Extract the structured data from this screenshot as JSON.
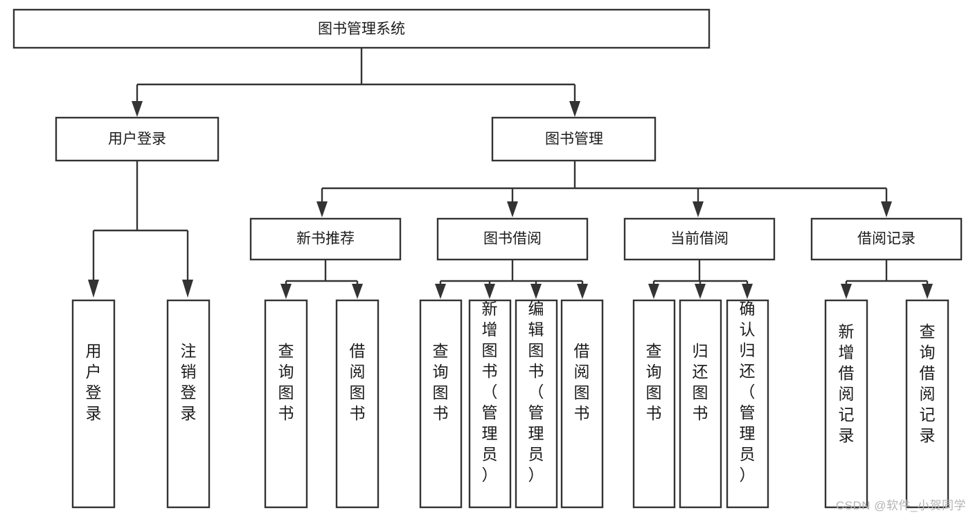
{
  "diagram": {
    "type": "tree",
    "title": "图书管理系统",
    "watermark": "CSDN @软件_小贺同学",
    "colors": {
      "stroke": "#333333",
      "fill": "#ffffff",
      "text": "#1b1b1b",
      "watermark": "#b4b4b4"
    },
    "levels": {
      "root": {
        "label": "图书管理系统"
      },
      "level2": [
        {
          "label": "用户登录"
        },
        {
          "label": "图书管理"
        }
      ],
      "level3": [
        {
          "label": "新书推荐"
        },
        {
          "label": "图书借阅"
        },
        {
          "label": "当前借阅"
        },
        {
          "label": "借阅记录"
        }
      ],
      "level4": {
        "under_user_login": [
          {
            "label": "用户登录"
          },
          {
            "label": "注销登录"
          }
        ],
        "under_new_book": [
          {
            "label": "查询图书"
          },
          {
            "label": "借阅图书"
          }
        ],
        "under_book_borrow": [
          {
            "label": "查询图书"
          },
          {
            "label": "新增图书（管理员）"
          },
          {
            "label": "编辑图书（管理员）"
          },
          {
            "label": "借阅图书"
          }
        ],
        "under_current_borrow": [
          {
            "label": "查询图书"
          },
          {
            "label": "归还图书"
          },
          {
            "label": "确认归还（管理员）"
          }
        ],
        "under_borrow_record": [
          {
            "label": "新增借阅记录"
          },
          {
            "label": "查询借阅记录"
          }
        ]
      }
    }
  }
}
